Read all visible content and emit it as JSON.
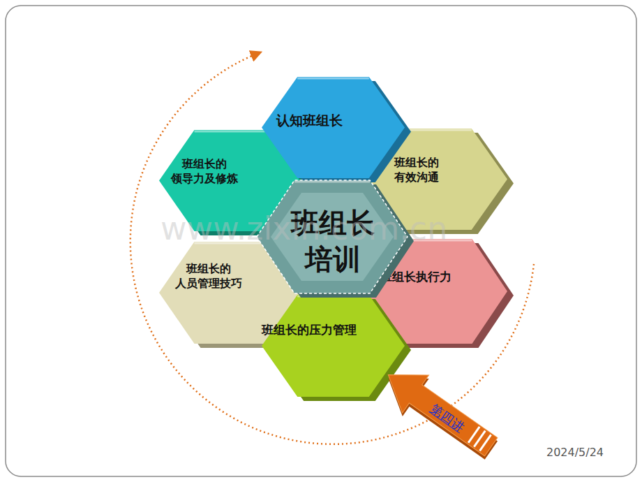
{
  "diagram": {
    "nodes": [
      {
        "text": [
          "认知班组长"
        ]
      },
      {
        "text": [
          "班组长的 领导力及修炼"
        ]
      },
      {
        "text": [
          "班组长的 有效沟通"
        ]
      },
      {
        "text": [
          "班组长 培训"
        ]
      },
      {
        "text": [
          "班组长的 人员管理技巧"
        ]
      },
      {
        "text": [
          "班组长执行力"
        ]
      },
      {
        "text": [
          "班组长的压力管理"
        ]
      },
      {
        "text": [
          "第四讲"
        ]
      }
    ],
    "edges": [],
    "labels": [
      "www.zixin.com.cn",
      "2024/5/24"
    ]
  }
}
